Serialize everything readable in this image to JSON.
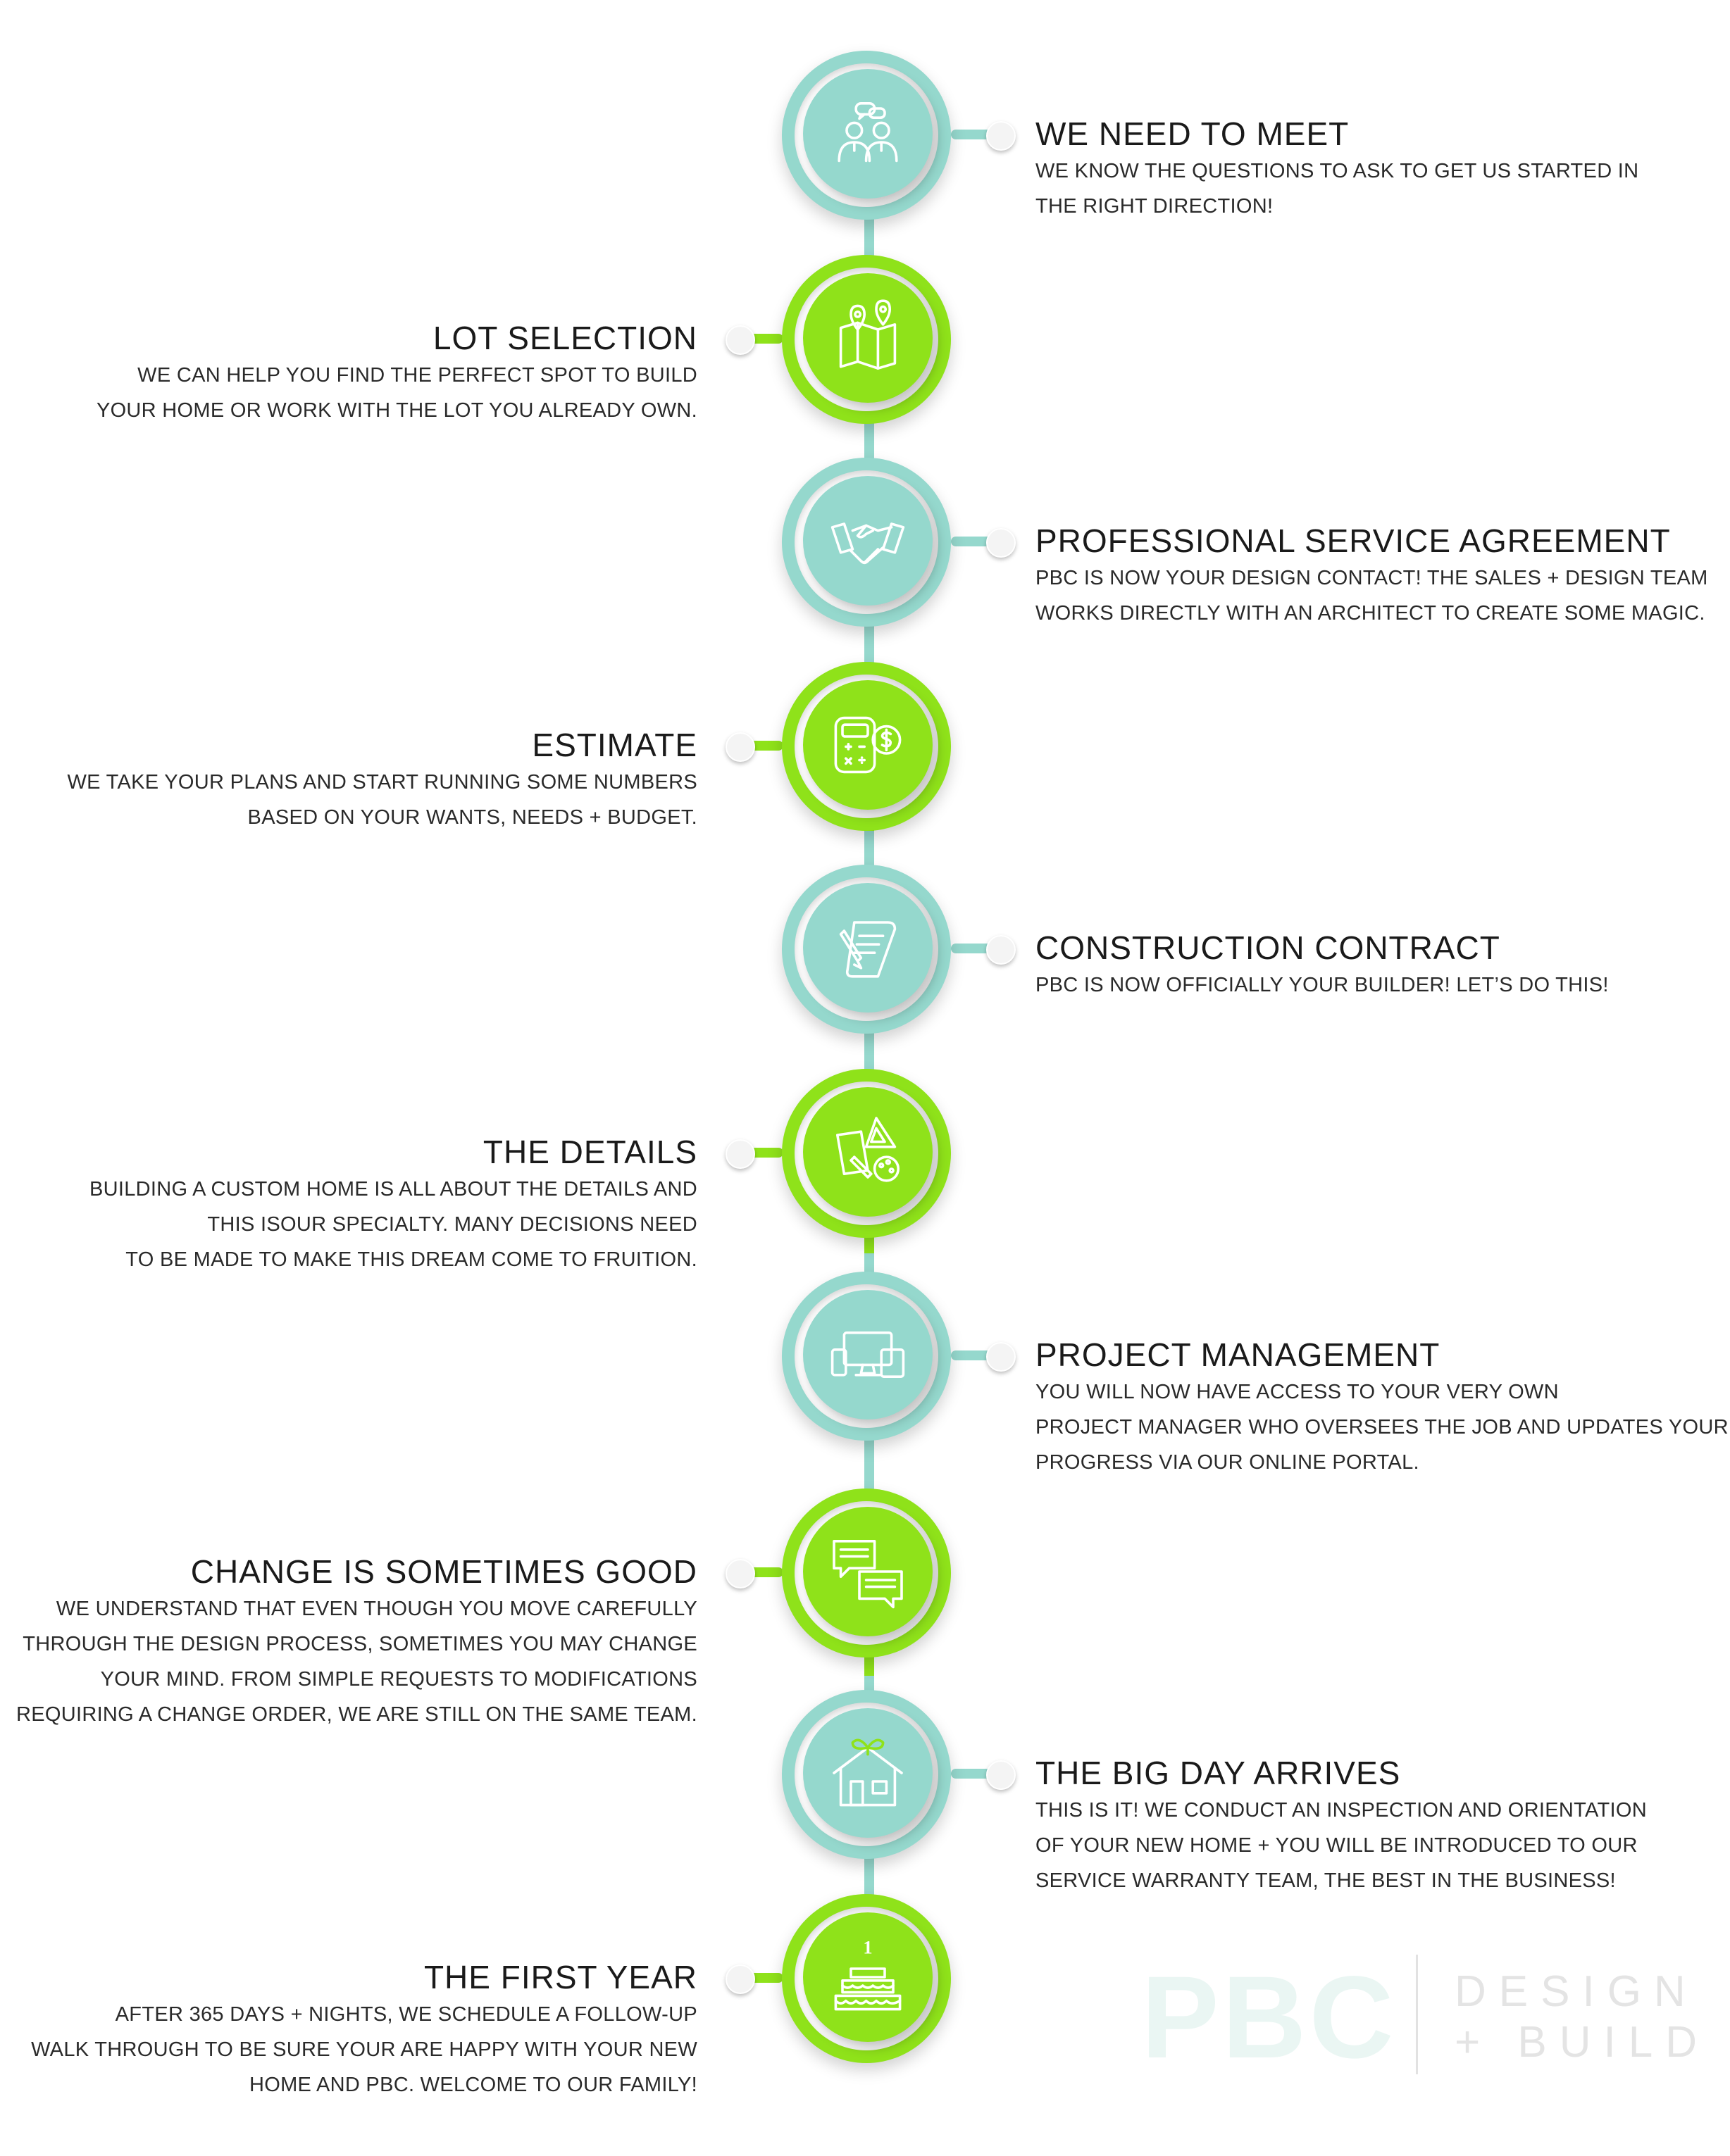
{
  "colors": {
    "teal": "#95d8cd",
    "green": "#8fe21a",
    "text": "#1f1f1f"
  },
  "steps": [
    {
      "title": "WE NEED TO MEET",
      "lines": [
        "WE KNOW THE QUESTIONS TO ASK TO GET US STARTED IN",
        "THE RIGHT DIRECTION!"
      ],
      "icon": "meeting-people-icon"
    },
    {
      "title": "LOT SELECTION",
      "lines": [
        "WE CAN HELP YOU FIND THE PERFECT SPOT TO BUILD",
        "YOUR HOME OR WORK WITH THE LOT YOU ALREADY OWN."
      ],
      "icon": "map-pin-icon"
    },
    {
      "title": "PROFESSIONAL SERVICE AGREEMENT",
      "lines": [
        "PBC IS NOW YOUR DESIGN CONTACT!  THE SALES + DESIGN TEAM",
        "WORKS DIRECTLY WITH AN ARCHITECT TO CREATE SOME MAGIC."
      ],
      "icon": "handshake-icon"
    },
    {
      "title": "ESTIMATE",
      "lines": [
        "WE TAKE YOUR PLANS AND START RUNNING SOME NUMBERS",
        "BASED ON YOUR WANTS, NEEDS + BUDGET."
      ],
      "icon": "calculator-dollar-icon"
    },
    {
      "title": "CONSTRUCTION CONTRACT",
      "lines": [
        "PBC IS NOW OFFICIALLY YOUR BUILDER!  LET’S DO THIS!"
      ],
      "icon": "contract-pen-icon"
    },
    {
      "title": "THE DETAILS",
      "lines": [
        "BUILDING A CUSTOM HOME IS ALL ABOUT THE DETAILS AND",
        "THIS ISOUR SPECIALTY.  MANY DECISIONS NEED",
        "TO BE MADE TO MAKE THIS DREAM COME TO FRUITION."
      ],
      "icon": "design-tools-icon"
    },
    {
      "title": "PROJECT MANAGEMENT",
      "lines": [
        "YOU WILL NOW HAVE ACCESS TO YOUR VERY OWN",
        "PROJECT MANAGER WHO OVERSEES THE JOB AND UPDATES YOUR",
        "PROGRESS VIA OUR ONLINE PORTAL."
      ],
      "icon": "devices-icon"
    },
    {
      "title": "CHANGE IS SOMETIMES GOOD",
      "lines": [
        "WE UNDERSTAND THAT EVEN THOUGH YOU MOVE CAREFULLY",
        "THROUGH THE DESIGN PROCESS, SOMETIMES YOU MAY CHANGE",
        "YOUR MIND.  FROM SIMPLE REQUESTS TO MODIFICATIONS",
        "REQUIRING A CHANGE ORDER, WE ARE STILL ON THE SAME TEAM."
      ],
      "icon": "chat-bubbles-icon"
    },
    {
      "title": "THE BIG DAY ARRIVES",
      "lines": [
        "THIS IS IT!  WE CONDUCT AN INSPECTION AND ORIENTATION",
        "OF YOUR NEW HOME + YOU WILL BE INTRODUCED TO OUR",
        "SERVICE WARRANTY TEAM, THE BEST IN THE BUSINESS!"
      ],
      "icon": "house-gift-icon"
    },
    {
      "title": "THE FIRST YEAR",
      "lines": [
        "AFTER 365 DAYS + NIGHTS, WE SCHEDULE A FOLLOW-UP",
        "WALK THROUGH TO BE SURE YOUR ARE HAPPY WITH YOUR NEW",
        "HOME AND PBC.  WELCOME TO OUR FAMILY!"
      ],
      "icon": "birthday-cake-icon",
      "cake_number": "1"
    }
  ],
  "logo": {
    "brand": "PBC",
    "line1": "DESIGN",
    "line2": "+ BUILD"
  }
}
